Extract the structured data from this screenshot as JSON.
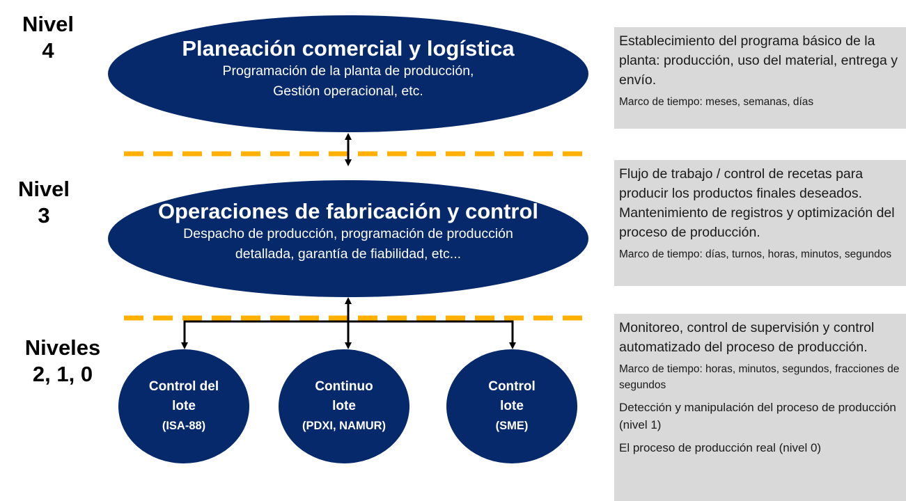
{
  "levels": {
    "level4": {
      "label_line1": "Nivel",
      "label_line2": "4"
    },
    "level3": {
      "label_line1": "Nivel",
      "label_line2": "3"
    },
    "level210": {
      "label_line1": "Niveles",
      "label_line2": "2, 1, 0"
    }
  },
  "level4_ellipse": {
    "title": "Planeación comercial y logística",
    "line1": "Programación de la planta de producción,",
    "line2": "Gestión operacional, etc."
  },
  "level3_ellipse": {
    "title": "Operaciones de fabricación y control",
    "line1": "Despacho de producción, programación de producción",
    "line2": "detallada, garantía de fiabilidad, etc..."
  },
  "circles": [
    {
      "line1": "Control del",
      "line2": "lote",
      "line3": "(ISA-88)"
    },
    {
      "line1": "Continuo",
      "line2": "lote",
      "line3": "(PDXI, NAMUR)"
    },
    {
      "line1": "Control",
      "line2": "lote",
      "line3": "(SME)"
    }
  ],
  "info_boxes": {
    "box4": {
      "main": "Establecimiento del programa básico de la planta: producción, uso del material, entrega y envío.",
      "timeframe": "Marco de tiempo: meses, semanas, días"
    },
    "box3": {
      "main": "Flujo de trabajo / control de recetas para producir los productos finales deseados. Mantenimiento de registros y optimización del proceso de producción.",
      "timeframe": "Marco de tiempo: días, turnos, horas, minutos, segundos"
    },
    "box2": {
      "main": "Monitoreo, control de supervisión y control automatizado del proceso de producción.",
      "timeframe": "Marco de tiempo: horas, minutos, segundos, fracciones de segundos",
      "level1": "Detección y manipulación del proceso de producción (nivel 1)",
      "level0": "El proceso de producción real (nivel 0)"
    }
  },
  "colors": {
    "ellipse_fill": "#06296b",
    "dashed_line": "#ffb000",
    "info_box_bg": "#d9d9d9",
    "arrow": "#000000"
  }
}
